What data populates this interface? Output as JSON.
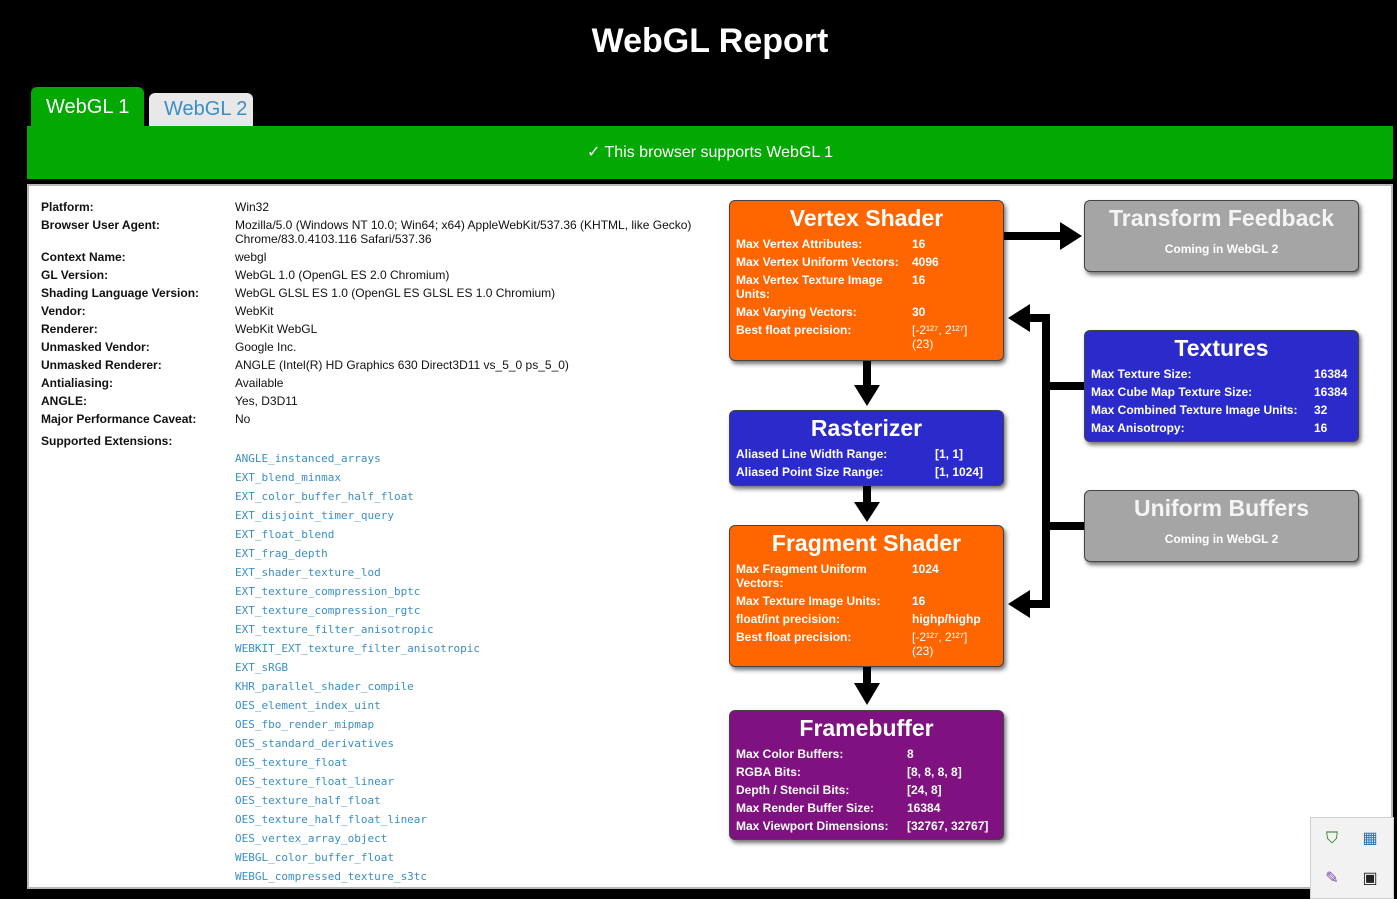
{
  "header": {
    "title": "WebGL Report"
  },
  "tabs": [
    {
      "label": "WebGL 1"
    },
    {
      "label": "WebGL 2"
    }
  ],
  "banner": {
    "text": "✓ This browser supports WebGL 1"
  },
  "info": [
    {
      "label": "Platform:",
      "value": "Win32"
    },
    {
      "label": "Browser User Agent:",
      "value": "Mozilla/5.0 (Windows NT 10.0; Win64; x64) AppleWebKit/537.36 (KHTML, like Gecko) Chrome/83.0.4103.116 Safari/537.36"
    },
    {
      "label": "Context Name:",
      "value": "webgl"
    },
    {
      "label": "GL Version:",
      "value": "WebGL 1.0 (OpenGL ES 2.0 Chromium)"
    },
    {
      "label": "Shading Language Version:",
      "value": "WebGL GLSL ES 1.0 (OpenGL ES GLSL ES 1.0 Chromium)"
    },
    {
      "label": "Vendor:",
      "value": "WebKit"
    },
    {
      "label": "Renderer:",
      "value": "WebKit WebGL"
    },
    {
      "label": "Unmasked Vendor:",
      "value": "Google Inc."
    },
    {
      "label": "Unmasked Renderer:",
      "value": "ANGLE (Intel(R) HD Graphics 630 Direct3D11 vs_5_0 ps_5_0)"
    },
    {
      "label": "Antialiasing:",
      "value": "Available"
    },
    {
      "label": "ANGLE:",
      "value": "Yes, D3D11"
    },
    {
      "label": "Major Performance Caveat:",
      "value": "No"
    },
    {
      "label": "Supported Extensions:",
      "value": ""
    }
  ],
  "extensions": [
    "ANGLE_instanced_arrays",
    "EXT_blend_minmax",
    "EXT_color_buffer_half_float",
    "EXT_disjoint_timer_query",
    "EXT_float_blend",
    "EXT_frag_depth",
    "EXT_shader_texture_lod",
    "EXT_texture_compression_bptc",
    "EXT_texture_compression_rgtc",
    "EXT_texture_filter_anisotropic",
    "WEBKIT_EXT_texture_filter_anisotropic",
    "EXT_sRGB",
    "KHR_parallel_shader_compile",
    "OES_element_index_uint",
    "OES_fbo_render_mipmap",
    "OES_standard_derivatives",
    "OES_texture_float",
    "OES_texture_float_linear",
    "OES_texture_half_float",
    "OES_texture_half_float_linear",
    "OES_vertex_array_object",
    "WEBGL_color_buffer_float",
    "WEBGL_compressed_texture_s3tc"
  ],
  "pipeline": {
    "vertex": {
      "title": "Vertex Shader",
      "rows": [
        {
          "k": "Max Vertex Attributes:",
          "v": "16"
        },
        {
          "k": "Max Vertex Uniform Vectors:",
          "v": "4096"
        },
        {
          "k": "Max Vertex Texture Image Units:",
          "v": "16"
        },
        {
          "k": "Max Varying Vectors:",
          "v": "30"
        },
        {
          "k": "Best float precision:",
          "v": "[-2¹²⁷, 2¹²⁷] (23)"
        }
      ]
    },
    "rasterizer": {
      "title": "Rasterizer",
      "rows": [
        {
          "k": "Aliased Line Width Range:",
          "v": "[1, 1]"
        },
        {
          "k": "Aliased Point Size Range:",
          "v": "[1, 1024]"
        }
      ]
    },
    "fragment": {
      "title": "Fragment Shader",
      "rows": [
        {
          "k": "Max Fragment Uniform Vectors:",
          "v": "1024"
        },
        {
          "k": "Max Texture Image Units:",
          "v": "16"
        },
        {
          "k": "float/int precision:",
          "v": "highp/highp"
        },
        {
          "k": "Best float precision:",
          "v": "[-2¹²⁷, 2¹²⁷] (23)"
        }
      ]
    },
    "framebuffer": {
      "title": "Framebuffer",
      "rows": [
        {
          "k": "Max Color Buffers:",
          "v": "8"
        },
        {
          "k": "RGBA Bits:",
          "v": "[8, 8, 8, 8]"
        },
        {
          "k": "Depth / Stencil Bits:",
          "v": "[24, 8]"
        },
        {
          "k": "Max Render Buffer Size:",
          "v": "16384"
        },
        {
          "k": "Max Viewport Dimensions:",
          "v": "[32767, 32767]"
        }
      ]
    },
    "transform_feedback": {
      "title": "Transform Feedback",
      "note": "Coming in WebGL 2"
    },
    "textures": {
      "title": "Textures",
      "rows": [
        {
          "k": "Max Texture Size:",
          "v": "16384"
        },
        {
          "k": "Max Cube Map Texture Size:",
          "v": "16384"
        },
        {
          "k": "Max Combined Texture Image Units:",
          "v": "32"
        },
        {
          "k": "Max Anisotropy:",
          "v": "16"
        }
      ]
    },
    "uniform_buffers": {
      "title": "Uniform Buffers",
      "note": "Coming in WebGL 2"
    }
  },
  "tray": {
    "icons": [
      "shield-icon",
      "network-icon",
      "pen-icon",
      "epic-games-icon"
    ]
  }
}
